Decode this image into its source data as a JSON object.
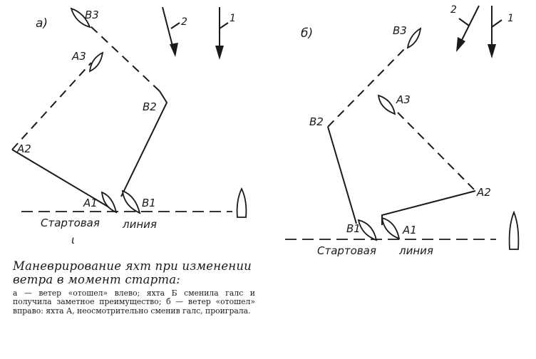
{
  "panel_a": {
    "label": "а)",
    "boats": {
      "a1": "A1",
      "a2": "A2",
      "a3": "A3",
      "b1": "B1",
      "b2": "B2",
      "b3": "B3"
    },
    "start_line": {
      "word1": "Стартовая",
      "word2": "линия"
    },
    "stray_mark": "ι",
    "wind": {
      "arrow_1": "1",
      "arrow_2": "2"
    }
  },
  "panel_b": {
    "label": "б)",
    "boats": {
      "a1": "A1",
      "a2": "A2",
      "a3": "A3",
      "b1": "B1",
      "b2": "B2",
      "b3": "B3"
    },
    "start_line": {
      "word1": "Стартовая",
      "word2": "линия"
    },
    "wind": {
      "arrow_1": "1",
      "arrow_2": "2"
    }
  },
  "caption": {
    "title": "Маневрирование яхт при изменении ветра в момент старта:",
    "body": "а — ветер «отошел» влево; яхта Б сменила галс и получила заметное преимущество; б — ветер «отошел» вправо: яхта А, неосмотрительно сменив галс, проиграла."
  }
}
